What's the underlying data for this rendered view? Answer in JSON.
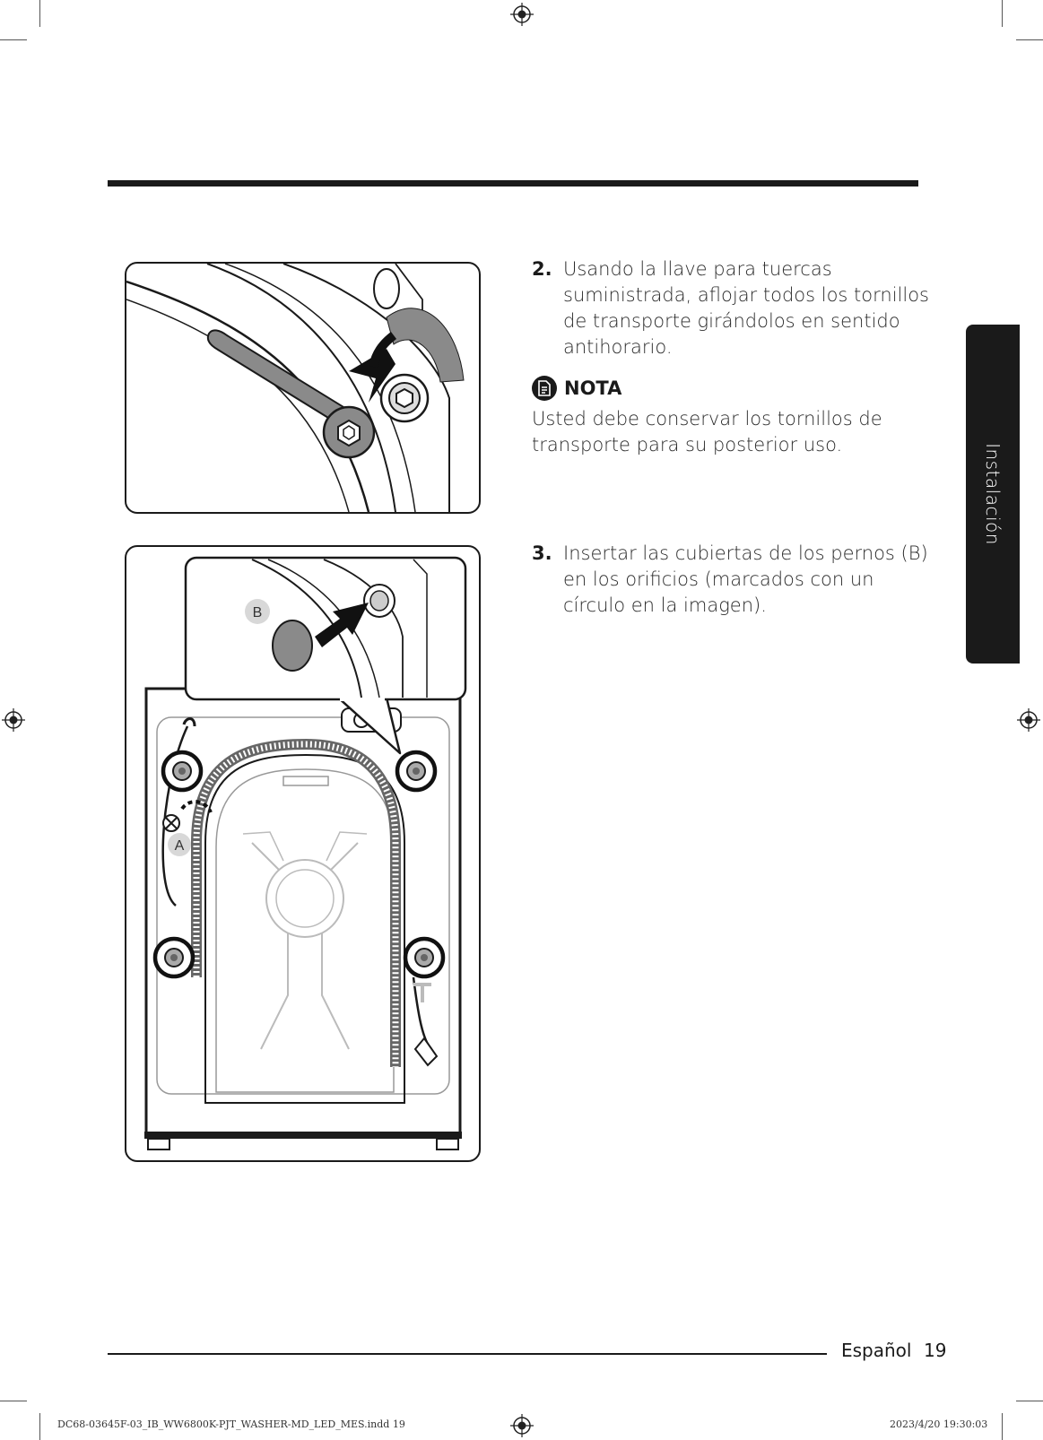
{
  "section_tab": "Instalación",
  "steps": [
    {
      "number": "2.",
      "text": "Usando la llave para tuercas suministrada, aflojar todos los tornillos de transporte girándolos en sentido antihorario."
    },
    {
      "number": "3.",
      "text": "Insertar las cubiertas de los pernos (B) en los orificios (marcados con un círculo en la imagen)."
    }
  ],
  "note": {
    "title": "NOTA",
    "body": "Usted debe conservar los tornillos de transporte para su posterior uso.",
    "icon": "note-document-icon"
  },
  "figure_labels": {
    "a": "A",
    "b": "B"
  },
  "footer": {
    "language": "Español",
    "page": "19"
  },
  "slug": {
    "file": "DC68-03645F-03_IB_WW6800K-PJT_WASHER-MD_LED_MES.indd   19",
    "timestamp": "2023/4/20   19:30:03"
  }
}
